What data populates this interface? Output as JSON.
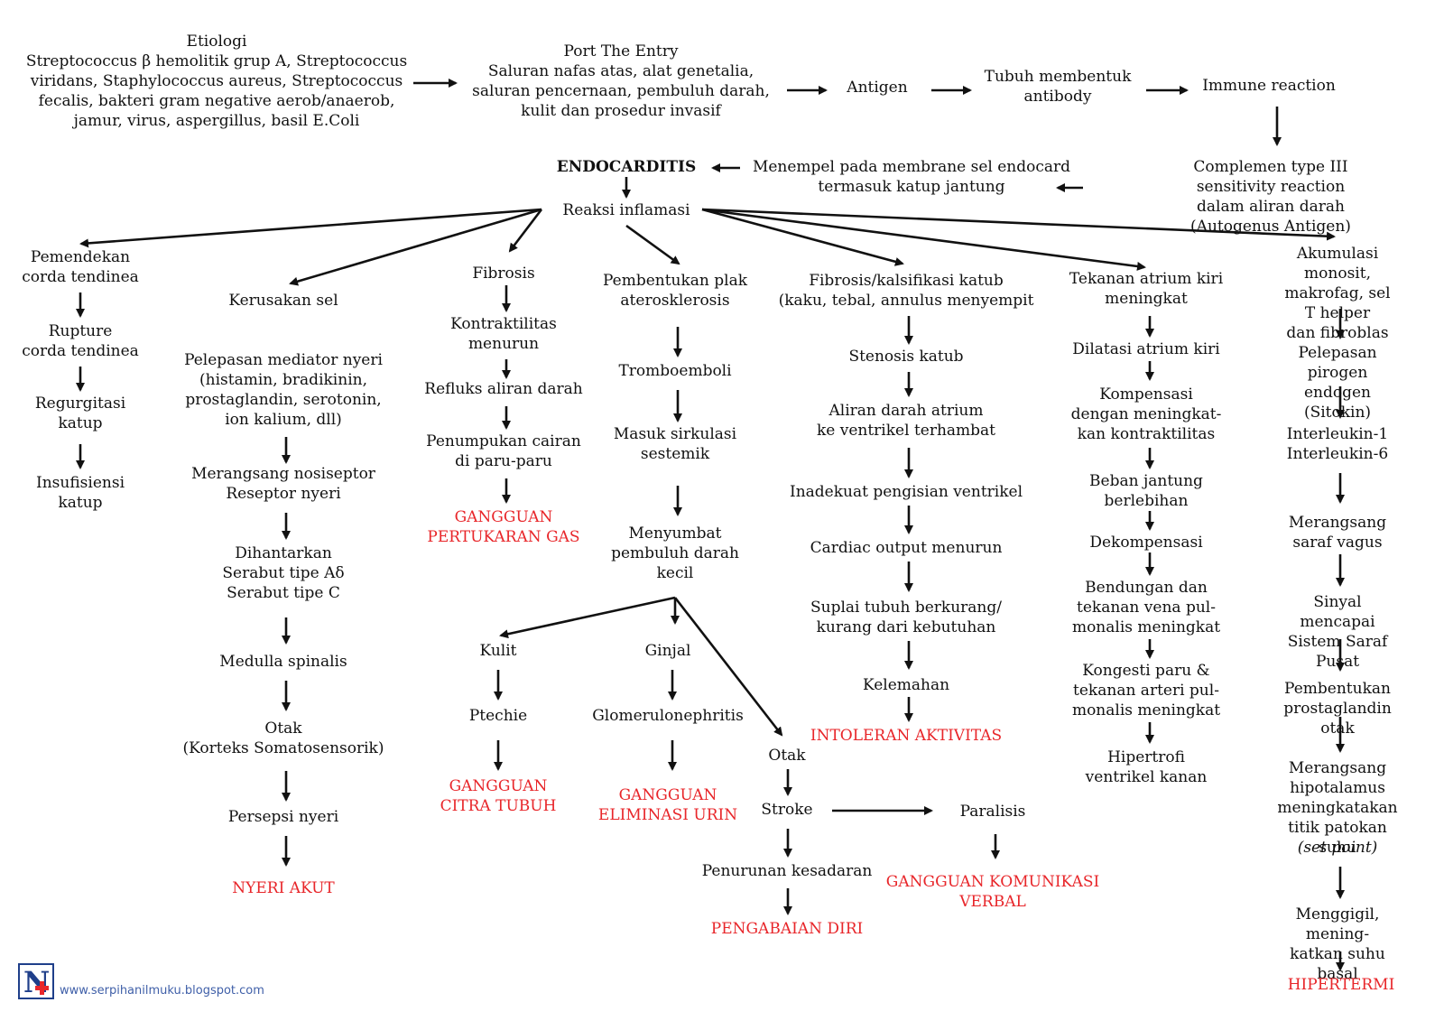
{
  "nodes": {
    "etiologi": "Etiologi\nStreptococcus β hemolitik grup A, Streptococcus\nviridans, Staphylococcus aureus, Streptococcus\nfecalis, bakteri gram negative aerob/anaerob,\njamur, virus, aspergillus, basil E.Coli",
    "port": "Port The Entry\nSaluran nafas atas, alat genetalia,\nsaluran pencernaan, pembuluh darah,\nkulit dan prosedur invasif",
    "antigen": "Antigen",
    "antibody": "Tubuh membentuk\nantibody",
    "immune": "Immune reaction",
    "complemen": "Complemen type III sensitivity reaction\ndalam aliran darah (Autogenus Antigen)",
    "menempel": "Menempel pada membrane sel endocard\ntermasuk katup jantung",
    "endocarditis": "ENDOCARDITIS",
    "reaksi": "Reaksi inflamasi",
    "c1_1": "Pemendekan\ncorda tendinea",
    "c1_2": "Rupture\ncorda tendinea",
    "c1_3": "Regurgitasi\nkatup",
    "c1_4": "Insufisiensi\nkatup",
    "c2_1": "Kerusakan sel",
    "c2_2": "Pelepasan mediator nyeri\n(histamin, bradikinin,\nprostaglandin, serotonin,\nion kalium, dll)",
    "c2_3": "Merangsang nosiseptor\nReseptor nyeri",
    "c2_4": "Dihantarkan\nSerabut tipe Aδ\nSerabut tipe C",
    "c2_5": "Medulla spinalis",
    "c2_6": "Otak\n(Korteks Somatosensorik)",
    "c2_7": "Persepsi nyeri",
    "c2_dx": "NYERI AKUT",
    "c3_1": "Fibrosis",
    "c3_2": "Kontraktilitas\nmenurun",
    "c3_3": "Refluks aliran darah",
    "c3_4": "Penumpukan cairan\ndi paru-paru",
    "c3_dx": "GANGGUAN\nPERTUKARAN GAS",
    "c4_1": "Pembentukan plak\naterosklerosis",
    "c4_2": "Tromboemboli",
    "c4_3": "Masuk sirkulasi\nsestemik",
    "c4_4": "Menyumbat\npembuluh darah\nkecil",
    "kulit": "Kulit",
    "ptechie": "Ptechie",
    "kulit_dx": "GANGGUAN\nCITRA TUBUH",
    "ginjal": "Ginjal",
    "glomerulo": "Glomerulonephritis",
    "ginjal_dx": "GANGGUAN\nELIMINASI URIN",
    "otak": "Otak",
    "stroke": "Stroke",
    "penurunan": "Penurunan kesadaran",
    "penurunan_dx": "PENGABAIAN DIRI",
    "paralisis": "Paralisis",
    "paralisis_dx": "GANGGUAN KOMUNIKASI\nVERBAL",
    "c5_1": "Fibrosis/kalsifikasi katub\n(kaku, tebal, annulus menyempit",
    "c5_2": "Stenosis katub",
    "c5_3": "Aliran darah atrium\nke ventrikel terhambat",
    "c5_4": "Inadekuat pengisian ventrikel",
    "c5_5": "Cardiac output menurun",
    "c5_6": "Suplai tubuh berkurang/\nkurang dari kebutuhan",
    "c5_7": "Kelemahan",
    "c5_dx": "INTOLERAN AKTIVITAS",
    "c6_1": "Tekanan atrium kiri\nmeningkat",
    "c6_2": "Dilatasi atrium kiri",
    "c6_3": "Kompensasi\ndengan meningkat-\nkan kontraktilitas",
    "c6_4": "Beban jantung\nberlebihan",
    "c6_5": "Dekompensasi",
    "c6_6": "Bendungan dan\ntekanan vena pul-\nmonalis meningkat",
    "c6_7": "Kongesti paru &\ntekanan arteri pul-\nmonalis meningkat",
    "c6_8": "Hipertrofi\nventrikel kanan",
    "c7_1": "Akumulasi monosit,\nmakrofag, sel T helper\ndan fibroblas",
    "c7_2": "Pelepasan pirogen\nendogen (Sitokin)",
    "c7_3": "Interleukin-1\nInterleukin-6",
    "c7_4": "Merangsang\nsaraf vagus",
    "c7_5": "Sinyal mencapai\nSistem Saraf Pusat",
    "c7_6": "Pembentukan\nprostaglandin otak",
    "c7_7": "Merangsang\nhipotalamus\nmeningkatakan\ntitik patokan suhu",
    "c7_7b": "(set point)",
    "c7_8": "Menggigil, mening-\nkatkan suhu basal",
    "c7_dx": "HIPERTERMI"
  },
  "footer": "www.serpihanilmuku.blogspot.com",
  "colors": {
    "diagnosis": "#e8262a",
    "link": "#3f5fa8"
  }
}
